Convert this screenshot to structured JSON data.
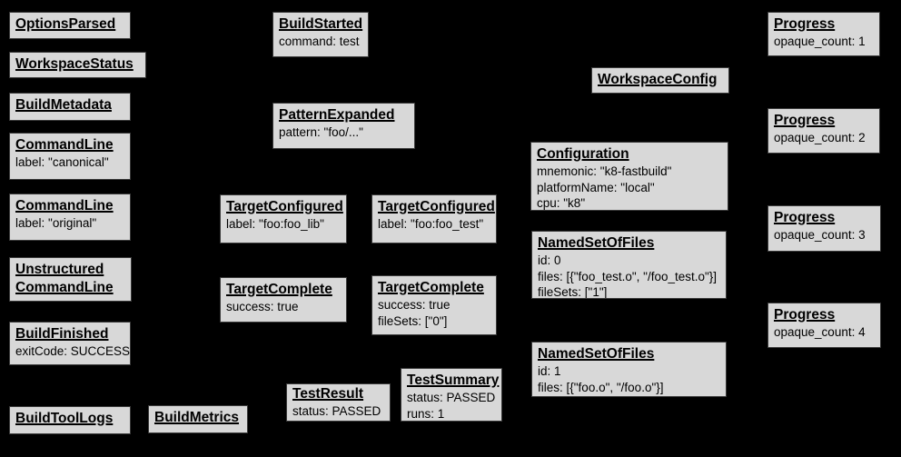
{
  "theme": {
    "background": "#000000",
    "node_fill": "#d8d8d8",
    "node_border": "#3a3a3a",
    "text_color": "#000000"
  },
  "nodes": {
    "options_parsed": {
      "title": "OptionsParsed",
      "lines": []
    },
    "workspace_status": {
      "title": "WorkspaceStatus",
      "lines": []
    },
    "build_metadata": {
      "title": "BuildMetadata",
      "lines": []
    },
    "command_line_canonical": {
      "title": "CommandLine",
      "lines": [
        "label: \"canonical\""
      ]
    },
    "command_line_original": {
      "title": "CommandLine",
      "lines": [
        "label: \"original\""
      ]
    },
    "unstructured_command_line": {
      "title": "Unstructured CommandLine",
      "lines": []
    },
    "build_finished": {
      "title": "BuildFinished",
      "lines": [
        "exitCode: SUCCESS"
      ]
    },
    "build_tool_logs": {
      "title": "BuildToolLogs",
      "lines": []
    },
    "build_metrics": {
      "title": "BuildMetrics",
      "lines": []
    },
    "build_started": {
      "title": "BuildStarted",
      "lines": [
        "command: test"
      ]
    },
    "pattern_expanded": {
      "title": "PatternExpanded",
      "lines": [
        "pattern: \"foo/...\""
      ]
    },
    "target_configured_lib": {
      "title": "TargetConfigured",
      "lines": [
        "label: \"foo:foo_lib\""
      ]
    },
    "target_configured_test": {
      "title": "TargetConfigured",
      "lines": [
        "label: \"foo:foo_test\""
      ]
    },
    "target_complete_lib": {
      "title": "TargetComplete",
      "lines": [
        "success: true"
      ]
    },
    "target_complete_test": {
      "title": "TargetComplete",
      "lines": [
        "success: true",
        "fileSets: [\"0\"]"
      ]
    },
    "test_result": {
      "title": "TestResult",
      "lines": [
        "status: PASSED"
      ]
    },
    "test_summary": {
      "title": "TestSummary",
      "lines": [
        "status: PASSED",
        "runs: 1"
      ]
    },
    "workspace_config": {
      "title": "WorkspaceConfig",
      "lines": []
    },
    "configuration": {
      "title": "Configuration",
      "lines": [
        "mnemonic: \"k8-fastbuild\"",
        "platformName: \"local\"",
        "cpu: \"k8\""
      ]
    },
    "named_set_of_files_0": {
      "title": "NamedSetOfFiles",
      "lines": [
        "id: 0",
        "files: [{\"foo_test.o\", \"/foo_test.o\"}]",
        "fileSets: [\"1\"]"
      ]
    },
    "named_set_of_files_1": {
      "title": "NamedSetOfFiles",
      "lines": [
        "id: 1",
        "files: [{\"foo.o\", \"/foo.o\"}]"
      ]
    },
    "progress_1": {
      "title": "Progress",
      "lines": [
        "opaque_count: 1"
      ]
    },
    "progress_2": {
      "title": "Progress",
      "lines": [
        "opaque_count: 2"
      ]
    },
    "progress_3": {
      "title": "Progress",
      "lines": [
        "opaque_count: 3"
      ]
    },
    "progress_4": {
      "title": "Progress",
      "lines": [
        "opaque_count: 4"
      ]
    }
  }
}
